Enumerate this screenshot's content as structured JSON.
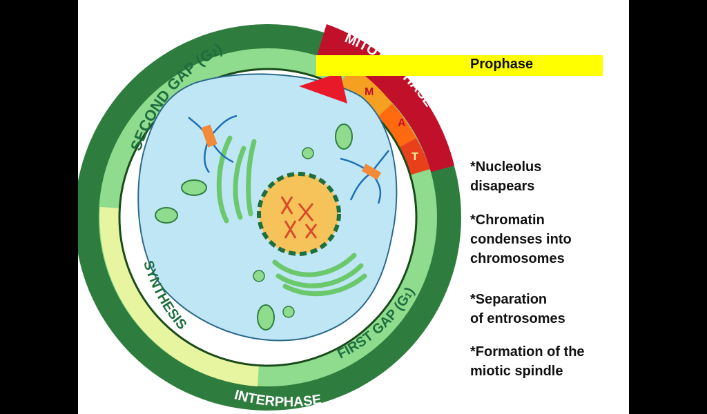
{
  "phases": {
    "second_gap": "SECOND GAP (G",
    "second_gap_sub": "2",
    "second_gap_end": ")",
    "synthesis": "SYNTHESIS",
    "first_gap": "FIRST GAP (G",
    "first_gap_sub": "1",
    "first_gap_end": ")",
    "interphase": "INTERPHASE",
    "mitotic": "MITOTIC PHASE",
    "mitotic_letters": [
      "M",
      "A",
      "T"
    ]
  },
  "banner": {
    "label": "Prophase"
  },
  "notes": [
    "*Nucleolus\n disapears",
    "*Chromatin\ncondenses into\nchromosomes",
    "*Separation\nof entrosomes",
    "*Formation of the\nmiotic spindle"
  ],
  "colors": {
    "outer_ring": "#2e7d3e",
    "middle_ring": "#8fdc8f",
    "synthesis_band": "#e8f5a0",
    "cytoplasm": "#bfe6f5",
    "nucleus": "#f5c35a",
    "mitotic_red": "#c0102a",
    "banner": "#ffff00"
  },
  "icons": [
    "centrosome-icon",
    "mitochondrion-icon",
    "golgi-icon",
    "spindle-icon"
  ]
}
